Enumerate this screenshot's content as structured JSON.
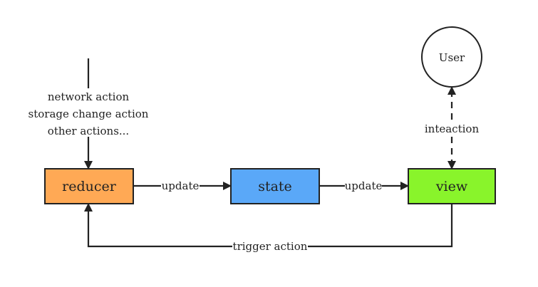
{
  "nodes": {
    "reducer": {
      "label": "reducer",
      "color": "#FFA955"
    },
    "state": {
      "label": "state",
      "color": "#5AA8F8"
    },
    "view": {
      "label": "view",
      "color": "#89F42B"
    },
    "user": {
      "label": "User",
      "color": "#FFFFFF"
    }
  },
  "inputs": {
    "lines": [
      "network action",
      "storage change action",
      "other actions..."
    ]
  },
  "edges": {
    "reducer_to_state": "update",
    "state_to_view": "update",
    "view_to_user": "inteaction",
    "view_to_reducer": "trigger action"
  },
  "colors": {
    "stroke": "#222222"
  }
}
